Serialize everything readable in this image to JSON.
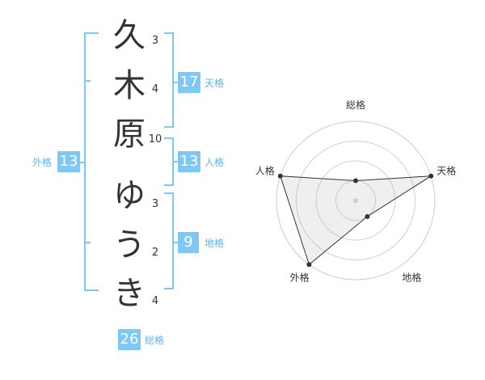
{
  "name_chars": [
    {
      "char": "久",
      "strokes": "3"
    },
    {
      "char": "木",
      "strokes": "4"
    },
    {
      "char": "原",
      "strokes": "10"
    },
    {
      "char": "ゆ",
      "strokes": "3"
    },
    {
      "char": "う",
      "strokes": "2"
    },
    {
      "char": "き",
      "strokes": "4"
    }
  ],
  "kaku": {
    "tenkaku": {
      "label": "天格",
      "value": "17"
    },
    "jinkaku": {
      "label": "人格",
      "value": "13"
    },
    "chikaku": {
      "label": "地格",
      "value": "9"
    },
    "gaikaku": {
      "label": "外格",
      "value": "13"
    },
    "soukaku": {
      "label": "総格",
      "value": "26"
    }
  },
  "colors": {
    "accent": "#7ec8f6",
    "label": "#5bb6ef",
    "text": "#333333"
  },
  "chart_data": {
    "type": "radar",
    "axes": [
      "総格",
      "天格",
      "地格",
      "外格",
      "人格"
    ],
    "values": [
      1,
      4,
      1,
      4,
      4
    ],
    "rlim": [
      0,
      4
    ],
    "grid": true
  }
}
